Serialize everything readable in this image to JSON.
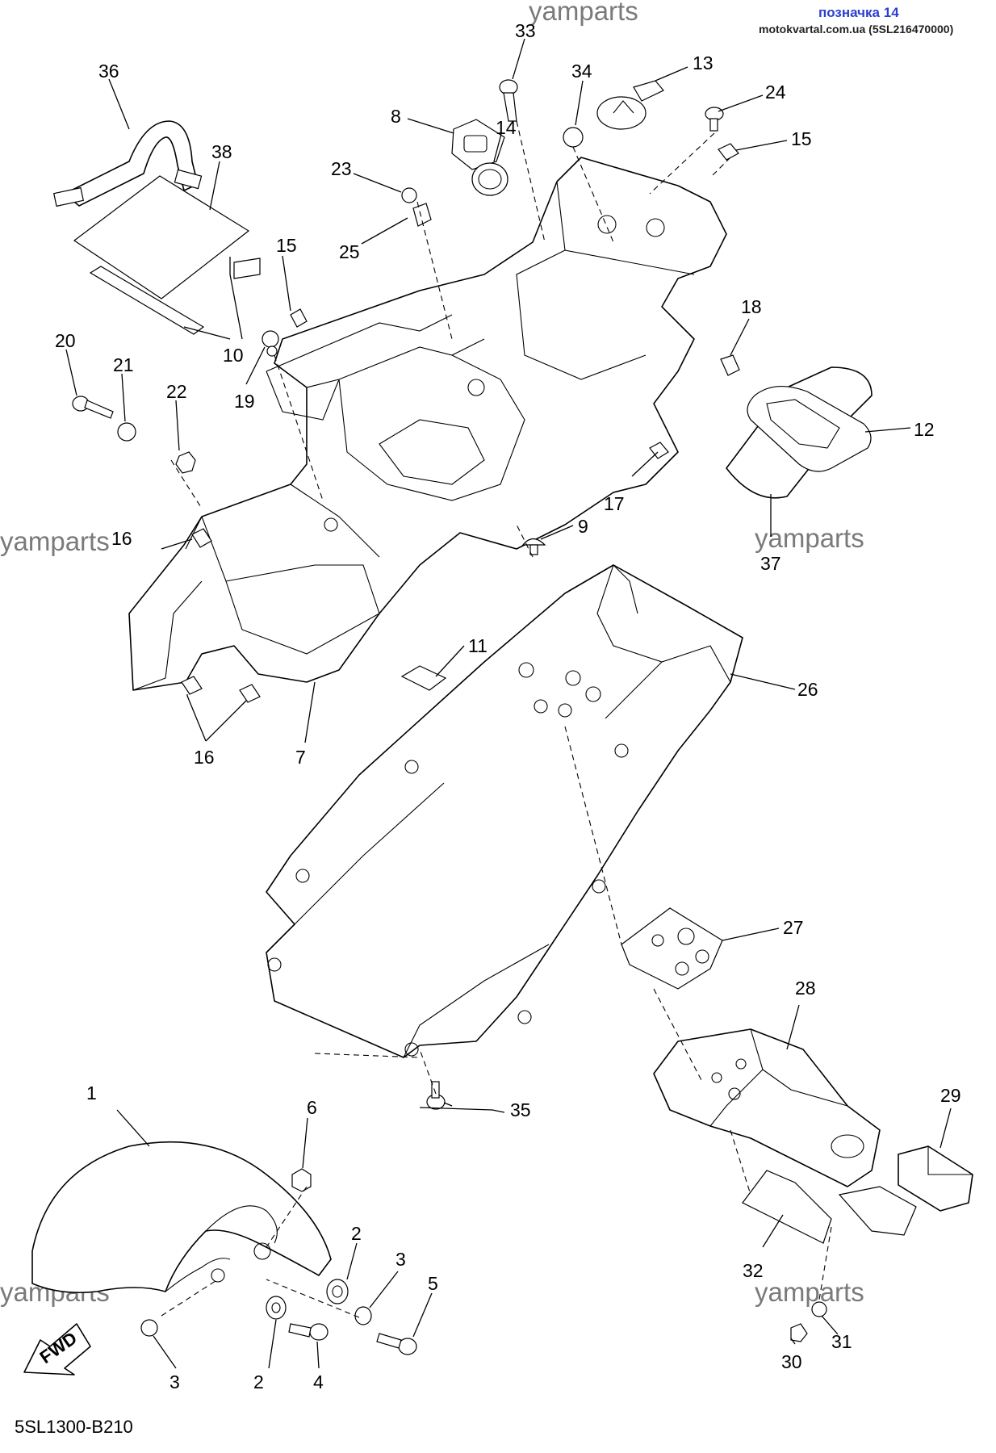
{
  "header": {
    "badge": "позначка 14",
    "source": "motokvartal.com.ua (5SL216470000)"
  },
  "watermark": "yamparts",
  "diagram_code": "5SL1300-B210",
  "fwd_label": "FWD",
  "callouts": {
    "c1": "1",
    "c2a": "2",
    "c2b": "2",
    "c3a": "3",
    "c3b": "3",
    "c4": "4",
    "c5": "5",
    "c6": "6",
    "c7": "7",
    "c8": "8",
    "c9": "9",
    "c10": "10",
    "c11": "11",
    "c12": "12",
    "c13": "13",
    "c14": "14",
    "c15a": "15",
    "c15b": "15",
    "c16a": "16",
    "c16b": "16",
    "c17": "17",
    "c18": "18",
    "c19": "19",
    "c20": "20",
    "c21": "21",
    "c22": "22",
    "c23": "23",
    "c24": "24",
    "c25": "25",
    "c26": "26",
    "c27": "27",
    "c28": "28",
    "c29": "29",
    "c30": "30",
    "c31": "31",
    "c32": "32",
    "c33": "33",
    "c34": "34",
    "c35": "35",
    "c36": "36",
    "c37": "37",
    "c38": "38"
  }
}
